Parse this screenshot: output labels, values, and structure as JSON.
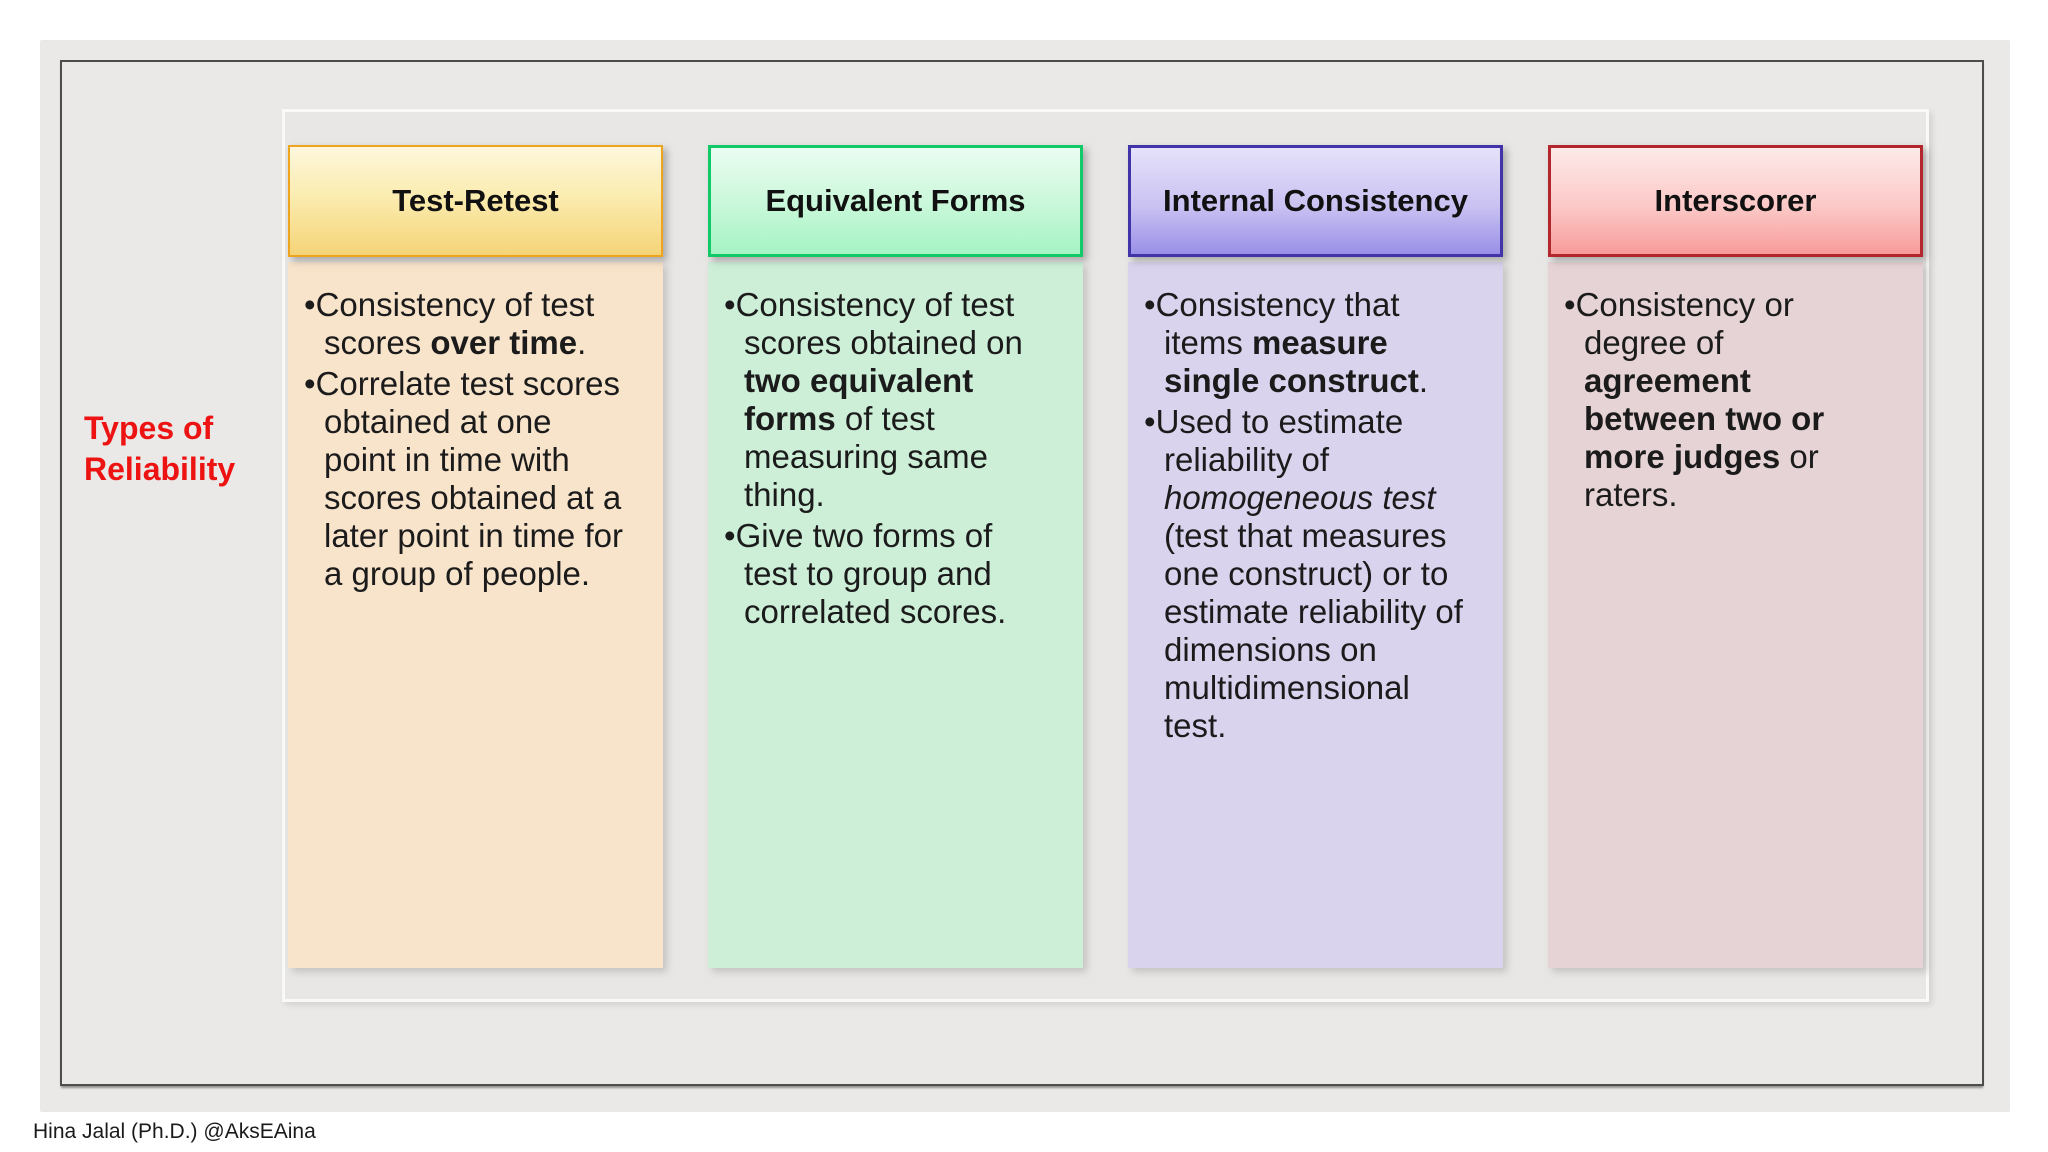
{
  "page": {
    "side_label": "Types of Reliability",
    "footer_credit": "Hina Jalal (Ph.D.) @AksEAina"
  },
  "glyphs": {
    "bullet": "•"
  },
  "colors": {
    "slide_background": "#EAE9E7",
    "frame_border": "#4D4D4B",
    "panel_border": "#F9F9F7",
    "side_label_red": "#ED1313",
    "test_retest": {
      "header_border": "#EFA41F",
      "header_fill_top": "#FEF7DD",
      "header_fill_bottom": "#F5D478",
      "body_fill": "#F8E3CB"
    },
    "equivalent_forms": {
      "header_border": "#12C967",
      "header_fill_top": "#EAFDF1",
      "header_fill_bottom": "#A5F4C4",
      "body_fill": "#CDEFD8"
    },
    "internal_consistency": {
      "header_border": "#4134A8",
      "header_fill_top": "#E6E1FA",
      "header_fill_bottom": "#9A8FE7",
      "body_fill": "#D9D3ED"
    },
    "interscorer": {
      "header_border": "#B3262B",
      "header_fill_top": "#FDEAE9",
      "header_fill_bottom": "#F89C9B",
      "body_fill": "#E6D3D5"
    }
  },
  "columns": [
    {
      "id": "test-retest",
      "header": "Test-Retest",
      "bullets": [
        {
          "segments": [
            {
              "style": "normal",
              "text": "Consistency of test scores "
            },
            {
              "style": "bold",
              "text": "over time"
            },
            {
              "style": "normal",
              "text": "."
            }
          ]
        },
        {
          "segments": [
            {
              "style": "normal",
              "text": "Correlate test scores obtained at one point in time with scores obtained at a later point in time for a group of people."
            }
          ]
        }
      ]
    },
    {
      "id": "equivalent-forms",
      "header": "Equivalent Forms",
      "bullets": [
        {
          "segments": [
            {
              "style": "normal",
              "text": "Consistency of test scores obtained on "
            },
            {
              "style": "bold",
              "text": "two equivalent forms"
            },
            {
              "style": "normal",
              "text": " of test measuring same thing."
            }
          ]
        },
        {
          "segments": [
            {
              "style": "normal",
              "text": "Give two forms of test to group and correlated scores."
            }
          ]
        }
      ]
    },
    {
      "id": "internal-consistency",
      "header": "Internal Consistency",
      "bullets": [
        {
          "segments": [
            {
              "style": "normal",
              "text": "Consistency that items "
            },
            {
              "style": "bold",
              "text": "measure single construct"
            },
            {
              "style": "normal",
              "text": "."
            }
          ]
        },
        {
          "segments": [
            {
              "style": "normal",
              "text": "Used to estimate reliability of "
            },
            {
              "style": "italic",
              "text": "homogeneous test"
            },
            {
              "style": "normal",
              "text": " (test that measures one construct) or to estimate reliability of dimensions on multidimensional test."
            }
          ]
        }
      ]
    },
    {
      "id": "interscorer",
      "header": "Interscorer",
      "bullets": [
        {
          "segments": [
            {
              "style": "normal",
              "text": "Consistency or degree of "
            },
            {
              "style": "bold",
              "text": "agreement between two or more judges"
            },
            {
              "style": "normal",
              "text": " or raters."
            }
          ]
        }
      ]
    }
  ]
}
